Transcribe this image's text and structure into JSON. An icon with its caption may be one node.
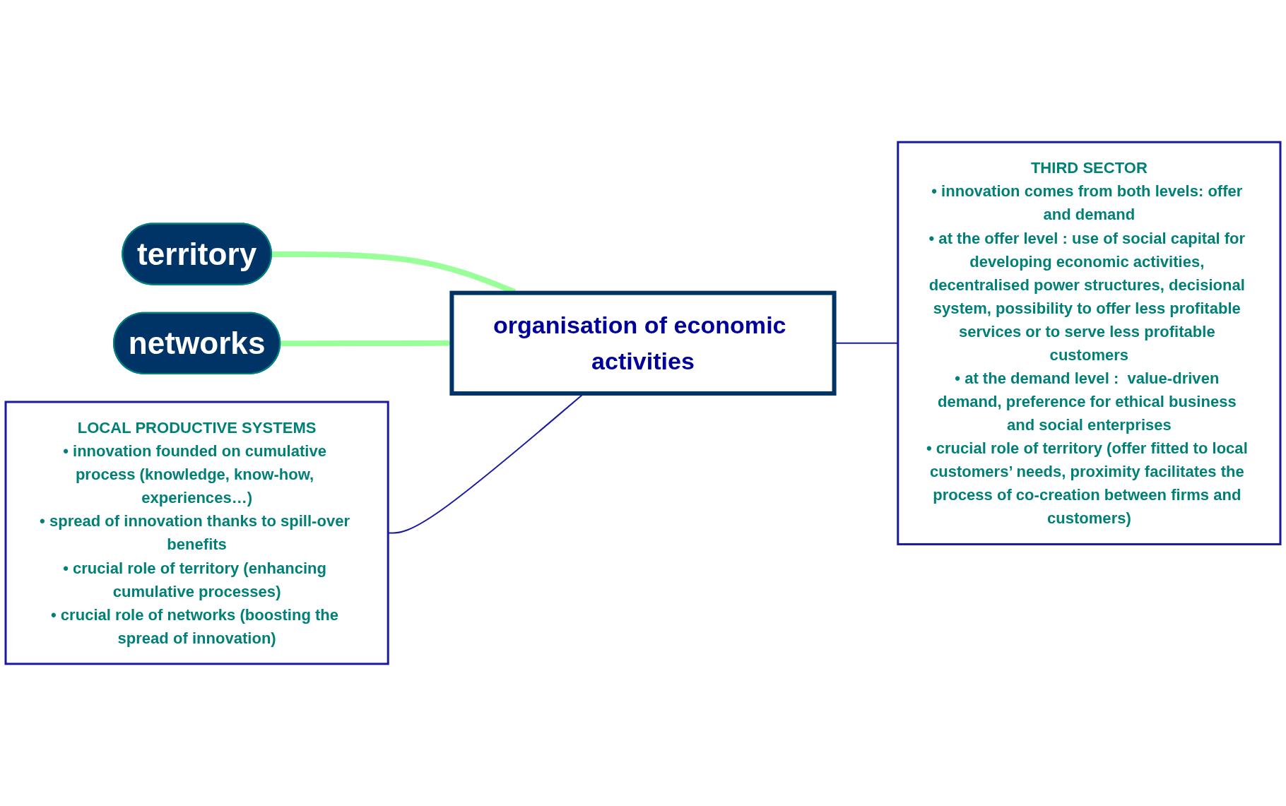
{
  "diagram": {
    "nodes": [
      {
        "text": [
          "LOCAL PRODUCTIVE SYSTEMS",
          "• innovation founded on cumulative process (knowledge, know-how, experiences…)",
          "• spread of innovation thanks to spill-over benefits",
          "• crucial role of territory (enhancing cumulative processes)",
          "• crucial role of networks (boosting the spread of innovation)"
        ]
      },
      {
        "text": [
          "territory"
        ]
      },
      {
        "text": [
          "organisation of economic activities"
        ]
      },
      {
        "text": [
          "networks"
        ]
      },
      {
        "text": [
          "THIRD SECTOR",
          "• innovation comes from both levels: offer and demand",
          "• at the offer level : use of social capital for developing economic activities, decentralised power structures, decisional system, possibility to offer less profitable services or to serve less profitable customers",
          "• at the demand level :  value-driven demand, preference for ethical business and social enterprises",
          "• crucial role of territory (offer fitted to local customers’ needs, proximity facilitates the process of co-creation between firms and customers)"
        ]
      }
    ],
    "edges": [
      {
        "from": 1,
        "to": 2,
        "arrow": "to",
        "style": "thick",
        "color": "#99ff99"
      },
      {
        "from": 3,
        "to": 2,
        "arrow": "to",
        "style": "thick",
        "color": "#99ff99"
      },
      {
        "from": 0,
        "to": 2,
        "arrow": "none",
        "color": "#1a1aa0"
      },
      {
        "from": 2,
        "to": 4,
        "arrow": "none",
        "color": "#1a1aa0"
      }
    ]
  }
}
